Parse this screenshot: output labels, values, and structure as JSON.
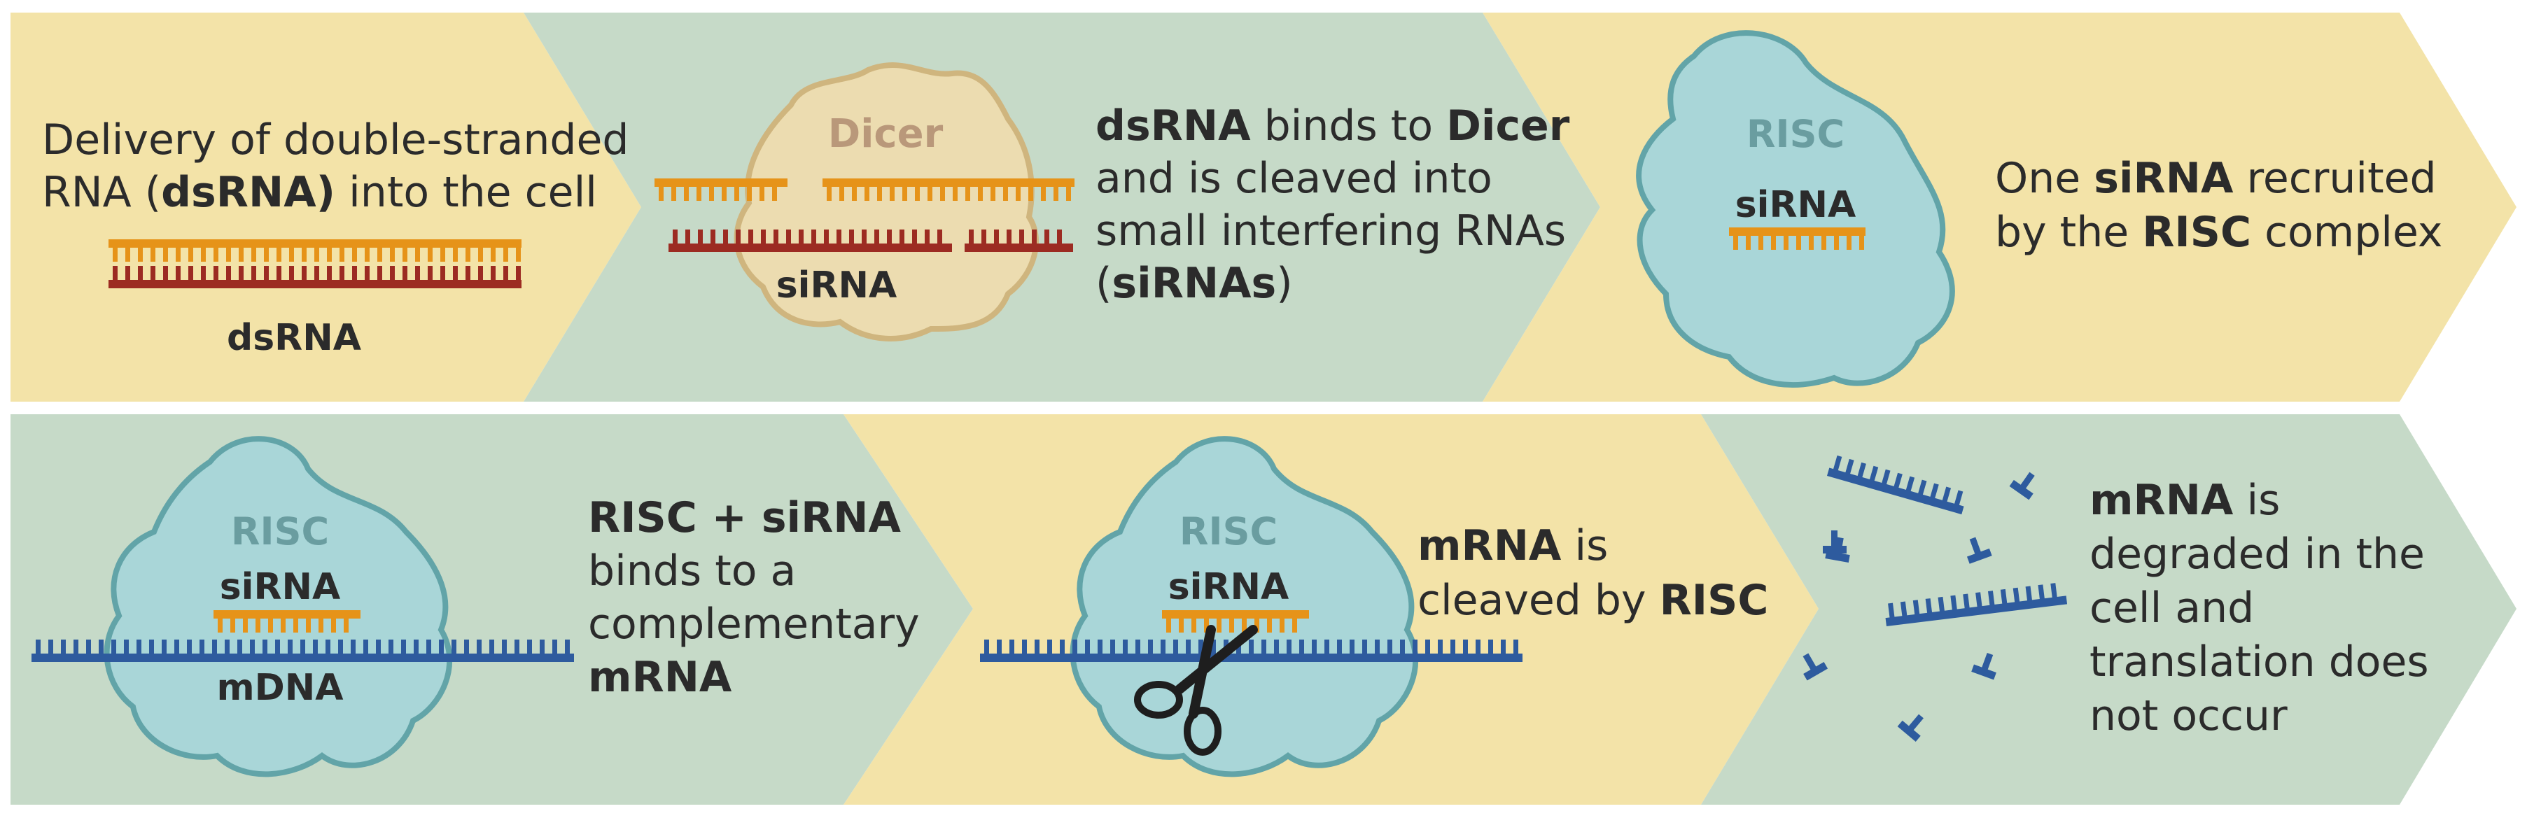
{
  "colors": {
    "yellow": "#f3e3a8",
    "green": "#c6dac8",
    "risc": "#a9d6d8",
    "risc_outline": "#62a4a8",
    "risc_label": "#6a9da0",
    "dicer": "#ecdcb0",
    "dicer_outline": "#cfb57e",
    "dicer_label": "#b9987a",
    "orange": "#e69319",
    "red": "#9c2b22",
    "blue": "#2e5b9e",
    "text": "#2b2b2b"
  },
  "step1": {
    "line1": "Delivery of double-stranded",
    "line2_a": "RNA (",
    "line2_b": "dsRNA)",
    "line2_c": " into the cell",
    "label": "dsRNA"
  },
  "step2": {
    "dicer_label": "Dicer",
    "sirna_label": "siRNA",
    "line1_b": "dsRNA",
    "line1_a": " binds to ",
    "line1_c": "Dicer",
    "line2": "and is cleaved into",
    "line3": "small interfering RNAs",
    "line4_a": "(",
    "line4_b": "siRNAs",
    "line4_c": ")"
  },
  "step3": {
    "risc_label": "RISC",
    "sirna_label": "siRNA",
    "line1_a": "One ",
    "line1_b": "siRNA",
    "line1_c": " recruited",
    "line2_a": "by the ",
    "line2_b": "RISC",
    "line2_c": " complex"
  },
  "step4": {
    "risc_label": "RISC",
    "sirna_label": "siRNA",
    "mdna_label": "mDNA",
    "line1": "RISC + siRNA",
    "line2": "binds to a",
    "line3": "complementary",
    "line4": "mRNA"
  },
  "step5": {
    "risc_label": "RISC",
    "sirna_label": "siRNA",
    "line1_a": "mRNA",
    "line1_b": " is",
    "line2_a": "cleaved by ",
    "line2_b": "RISC",
    "scissors_icon": "scissors-icon"
  },
  "step6": {
    "line1_a": "mRNA",
    "line1_b": " is",
    "line2": "degraded in the",
    "line3": "cell and",
    "line4": "translation does",
    "line5": "not occur"
  }
}
